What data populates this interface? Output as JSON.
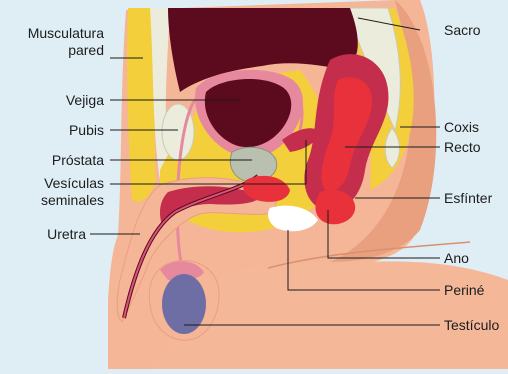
{
  "labels": {
    "musculatura_line1": "Musculatura",
    "musculatura_line2": "pared",
    "vejiga": "Vejiga",
    "pubis": "Pubis",
    "prostata": "Próstata",
    "vesiculas_line1": "Vesículas",
    "vesiculas_line2": "seminales",
    "uretra": "Uretra",
    "sacro": "Sacro",
    "coxis": "Coxis",
    "recto": "Recto",
    "esfinter": "Esfínter",
    "ano": "Ano",
    "perine": "Periné",
    "testiculo": "Testículo"
  },
  "colors": {
    "background": "#dfeef5",
    "skin": "#f5b597",
    "skin_shadow": "#e8a07f",
    "fat_yellow": "#f3cf3c",
    "bone": "#ececdc",
    "cavity": "#5c0b1e",
    "muscle_red": "#e8313a",
    "rectum": "#c42d4b",
    "bladder_wall": "#e7899e",
    "urethra": "#d7557a",
    "testis": "#6f6ea4",
    "prostate": "#b9c0b0"
  }
}
